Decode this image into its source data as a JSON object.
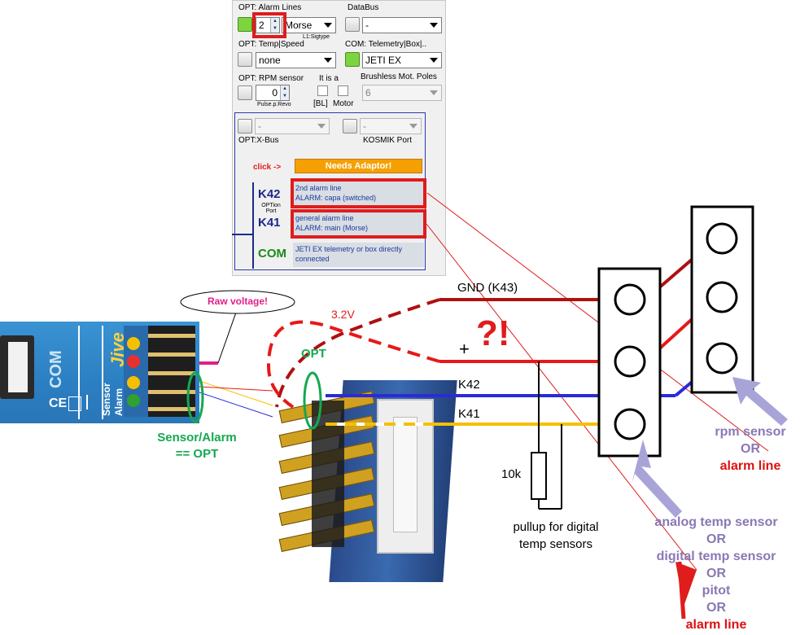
{
  "panel": {
    "alarm_lines_label": "OPT: Alarm Lines",
    "alarm_lines_value": "2",
    "alarm_type_value": "Morse",
    "sigtype_note": "L1:Sigtype",
    "databus_label": "DataBus",
    "databus_value": "-",
    "temp_speed_label": "OPT: Temp|Speed",
    "temp_speed_value": "none",
    "com_label": "COM: Telemetry|Box|..",
    "com_value": "JETI EX",
    "rpm_label": "OPT: RPM sensor",
    "rpm_value": "0",
    "pulse_note": "Pulse.p.Revo",
    "it_is_a_label": "It is a",
    "bl_label": "[BL]",
    "motor_label": "Motor",
    "poles_label": "Brushless Mot. Poles",
    "poles_value": "6",
    "xbus_value": "-",
    "xbus_label": "OPT:X-Bus",
    "kosmik_value": "-",
    "kosmik_label": "KOSMIK Port",
    "click_label": "click ->",
    "needs_adaptor_label": "Needs Adaptor!",
    "k42_label": "K42",
    "option_port_label": "OPTion Port",
    "k41_label": "K41",
    "com_port_label": "COM",
    "k42_info": [
      "2nd alarm line",
      "ALARM: capa (switched)"
    ],
    "k41_info": [
      "general alarm line",
      "ALARM: main (Morse)"
    ],
    "com_info": [
      "JETI EX telemetry or box directly",
      "connected"
    ]
  },
  "diagram": {
    "raw_voltage": "Raw voltage!",
    "voltage_note": "3.2V",
    "opt_label": "OPT",
    "sensor_alarm_label": [
      "Sensor/Alarm",
      "== OPT"
    ],
    "gnd_label": "GND (K43)",
    "plus_label": "+",
    "question_label": "?!",
    "k42_wire": "K42",
    "k41_wire": "K41",
    "resistor_label": "10k",
    "pullup_label": [
      "pullup for digital",
      "temp sensors"
    ],
    "rpm_option": [
      "rpm sensor",
      "OR",
      "alarm line"
    ],
    "temp_option": [
      "analog temp sensor",
      "OR",
      "digital temp sensor",
      "OR",
      "pitot",
      "OR",
      "alarm line"
    ]
  },
  "device": {
    "com_text": "COM",
    "brand_text": "Jive",
    "sensor_text": "Sensor",
    "alarm_text": "Alarm",
    "ce_mark": "CE"
  },
  "colors": {
    "gnd_wire": "#b01010",
    "plus_wire": "#e81818",
    "k42_wire": "#2a2ad8",
    "k41_wire": "#f5c000",
    "highlight_red": "#e01c1c",
    "opt_green": "#14a850",
    "arrow_purple": "#a8a4d8",
    "magenta": "#e0208a",
    "orange_button": "#f5a000"
  }
}
